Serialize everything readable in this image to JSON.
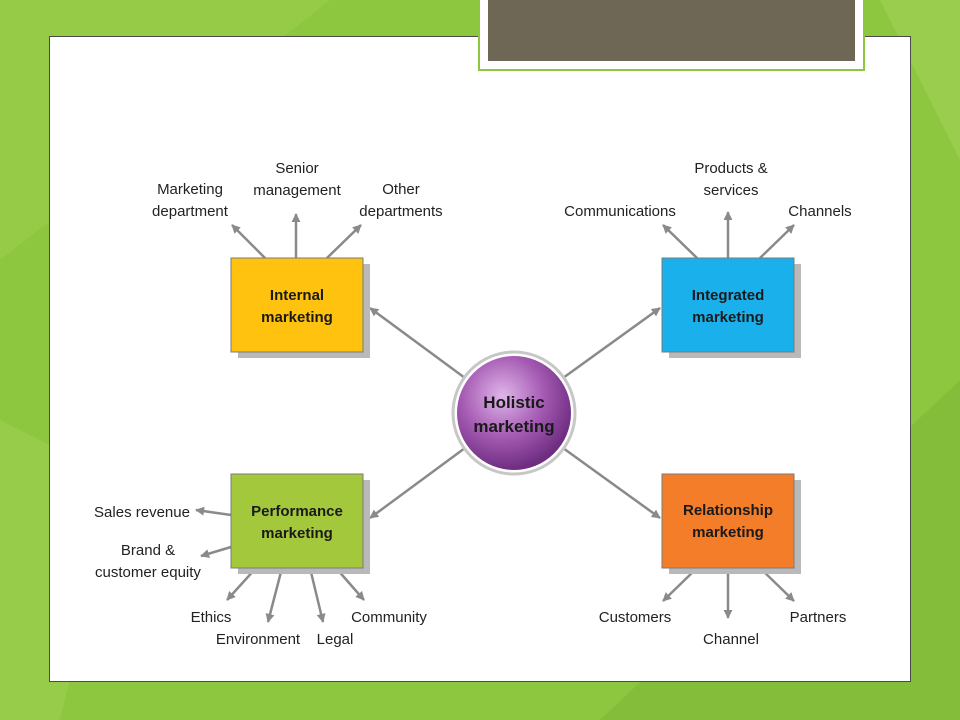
{
  "colors": {
    "background": "#8dc63f",
    "title_bar": "#6f6755",
    "internal": "#ffc20e",
    "integrated": "#1ab0ec",
    "performance": "#a4c83c",
    "relationship": "#f47d29",
    "hub": "#9b51a8",
    "arrow": "#8a8a8a"
  },
  "diagram": {
    "hub": {
      "line1": "Holistic",
      "line2": "marketing"
    },
    "internal": {
      "line1": "Internal",
      "line2": "marketing",
      "targets": [
        {
          "line1": "Marketing",
          "line2": "department"
        },
        {
          "line1": "Senior",
          "line2": "management"
        },
        {
          "line1": "Other",
          "line2": "departments"
        }
      ]
    },
    "integrated": {
      "line1": "Integrated",
      "line2": "marketing",
      "targets": [
        {
          "line1": "Communications"
        },
        {
          "line1": "Products &",
          "line2": "services"
        },
        {
          "line1": "Channels"
        }
      ]
    },
    "performance": {
      "line1": "Performance",
      "line2": "marketing",
      "targets": [
        {
          "line1": "Sales revenue"
        },
        {
          "line1": "Brand &",
          "line2": "customer equity"
        },
        {
          "line1": "Ethics"
        },
        {
          "line1": "Environment"
        },
        {
          "line1": "Legal"
        },
        {
          "line1": "Community"
        }
      ]
    },
    "relationship": {
      "line1": "Relationship",
      "line2": "marketing",
      "targets": [
        {
          "line1": "Customers"
        },
        {
          "line1": "Channel"
        },
        {
          "line1": "Partners"
        }
      ]
    }
  }
}
